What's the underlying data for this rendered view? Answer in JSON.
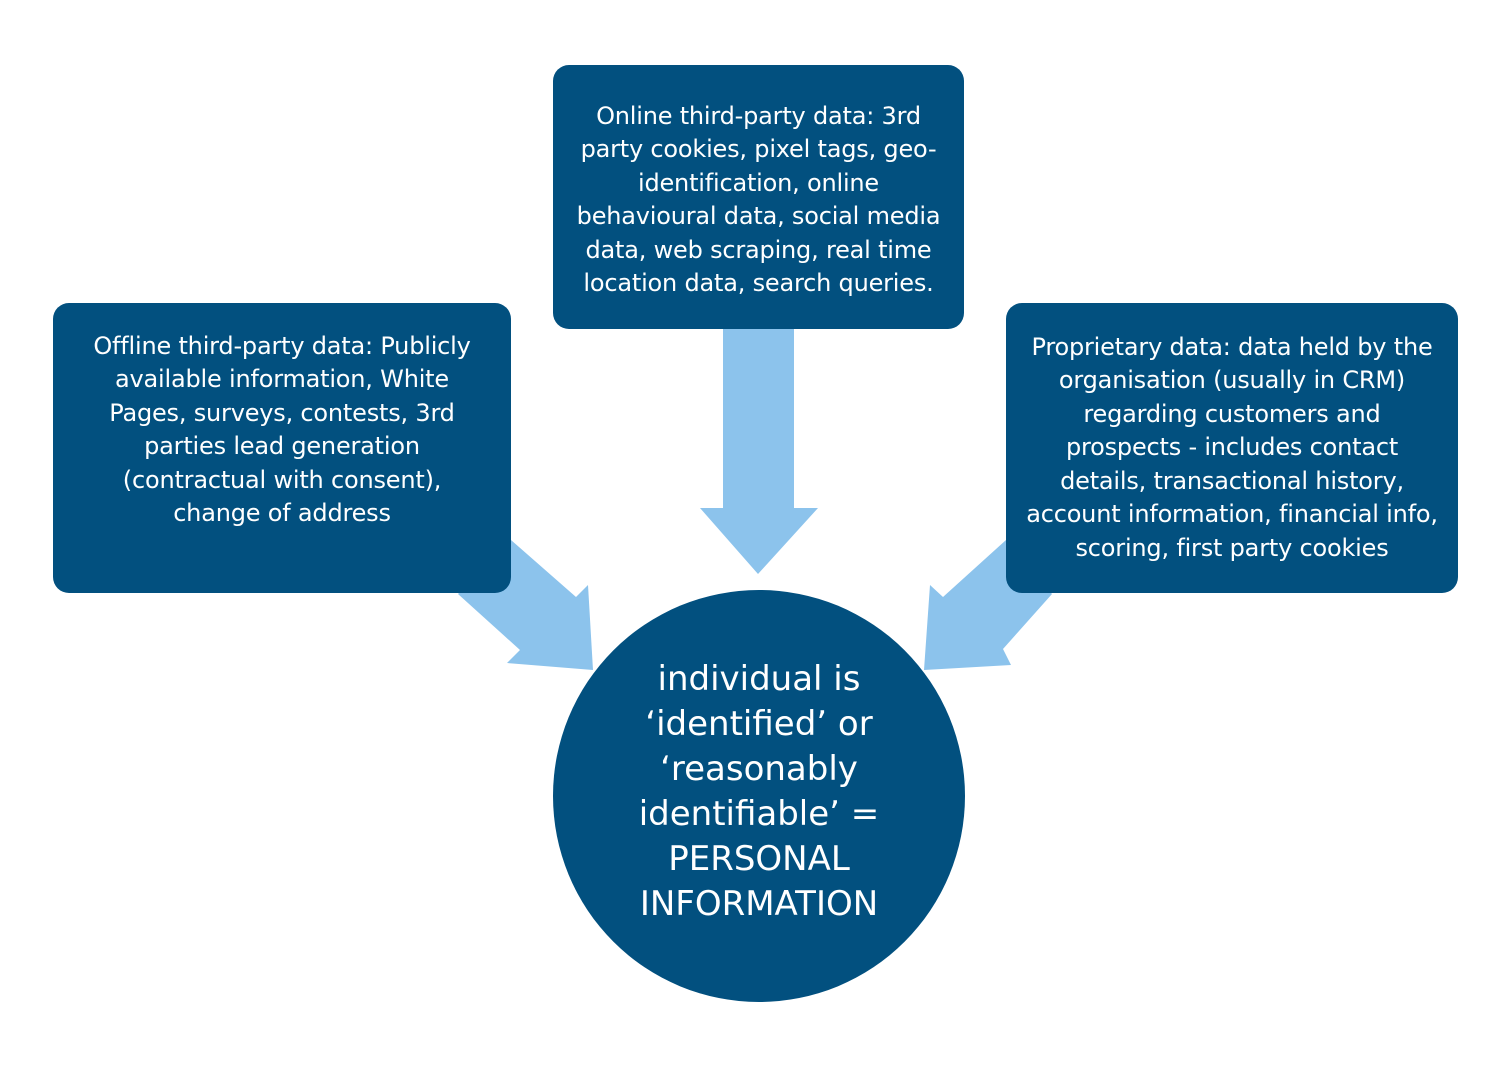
{
  "colors": {
    "box_fill": "#02507f",
    "arrow_fill": "#8cc3ec",
    "text": "#ffffff",
    "background": "#ffffff"
  },
  "nodes": {
    "online": {
      "text": "Online third-party data: 3rd party cookies, pixel tags, geo-identification, online behavioural data, social media data, web scraping, real time location data, search queries."
    },
    "offline": {
      "text": "Offline third-party data: Publicly available information, White Pages, surveys, contests, 3rd parties lead generation (contractual with consent), change of address"
    },
    "proprietary": {
      "text": "Proprietary data: data held by the organisation (usually in CRM) regarding customers and prospects - includes contact details, transactional history, account information, financial info, scoring, first party cookies"
    },
    "result": {
      "text": "individual is ‘identified’ or ‘reasonably identifiable’ = PERSONAL INFORMATION"
    }
  },
  "edges": [
    {
      "from": "online",
      "to": "result"
    },
    {
      "from": "offline",
      "to": "result"
    },
    {
      "from": "proprietary",
      "to": "result"
    }
  ]
}
